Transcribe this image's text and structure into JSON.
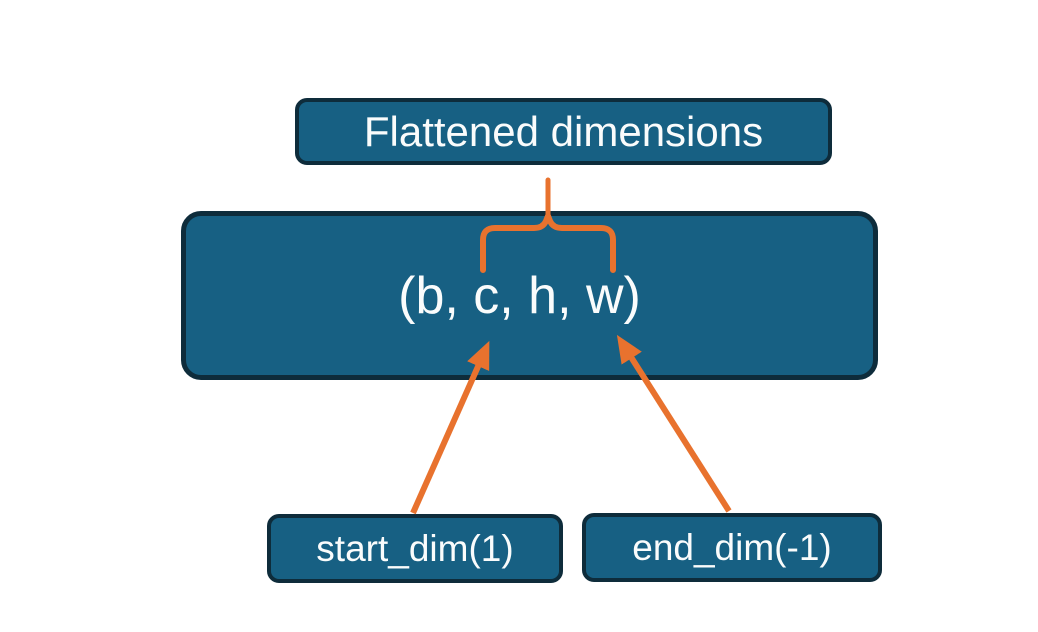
{
  "diagram": {
    "title_node": {
      "label": "Flattened dimensions"
    },
    "main_node": {
      "label": "(b, c, h, w)"
    },
    "bottom_nodes": [
      {
        "label": "start_dim(1)"
      },
      {
        "label": "end_dim(-1)"
      }
    ],
    "icons": [
      {
        "name": "brace-icon",
        "meaning": "curly brace grouping flattened dims"
      },
      {
        "name": "arrow-up-icon",
        "meaning": "pointer from parameter to dimension"
      }
    ]
  },
  "colors": {
    "node_fill": "#176083",
    "node_border": "#0e2c3b",
    "node_text": "#fafcfc",
    "arrow": "#e8722e",
    "background": "#ffffff"
  }
}
